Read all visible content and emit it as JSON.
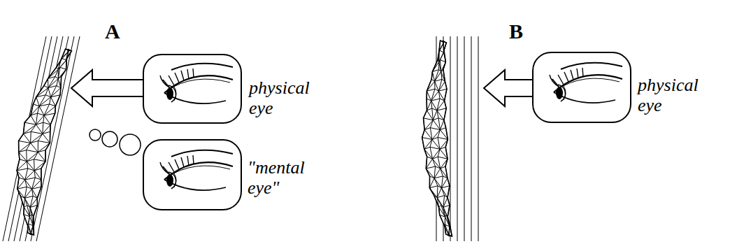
{
  "diagram": {
    "labels": [
      "A",
      "B",
      "physical eye",
      "\"mental eye\"",
      "physical eye"
    ]
  }
}
